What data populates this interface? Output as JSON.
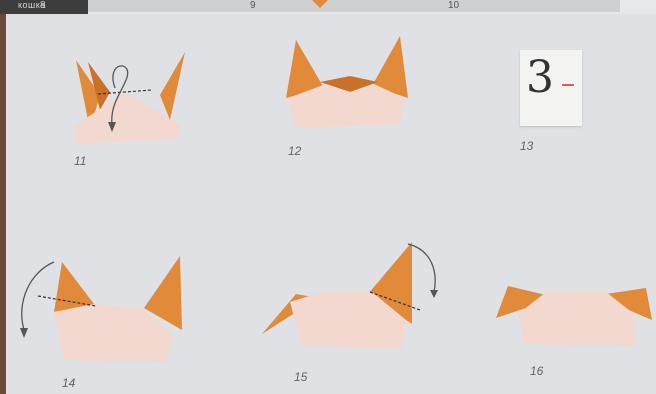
{
  "header": {
    "word": "кошка",
    "step_9": "9",
    "step_10": "10",
    "step_8_partial": "8"
  },
  "steps": [
    {
      "number": "11"
    },
    {
      "number": "12"
    },
    {
      "number": "13"
    },
    {
      "number": "14"
    },
    {
      "number": "15"
    },
    {
      "number": "16"
    }
  ],
  "card13": {
    "glyph": "3"
  },
  "colors": {
    "orange": "#e08a3a",
    "orange_dark": "#c9702a",
    "paper_light": "#f2d8cf",
    "arrow": "#555555",
    "fold_line": "#333333"
  }
}
